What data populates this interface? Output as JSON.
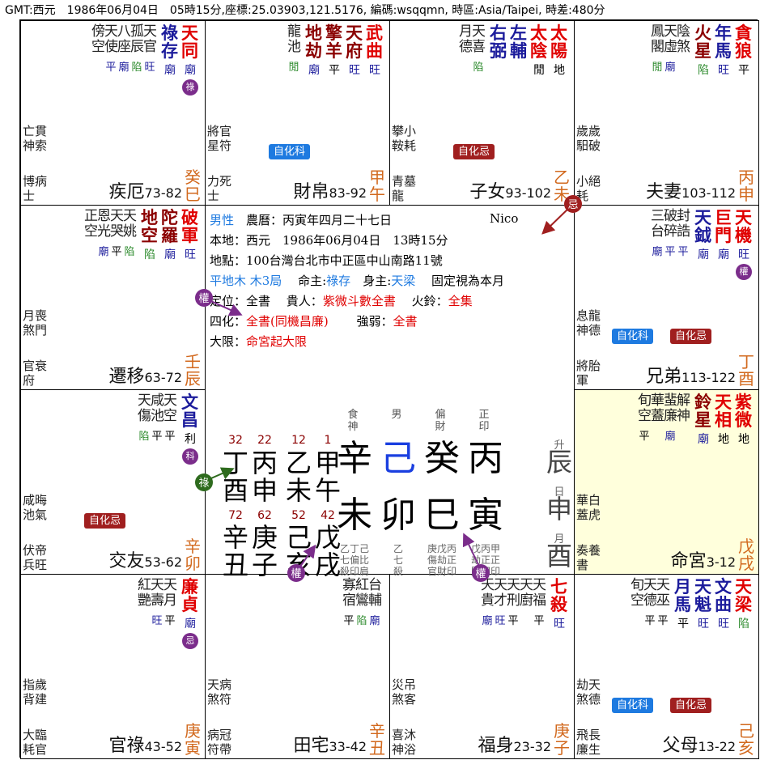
{
  "header": "GMT:西元　1986年06月04日　05時15分,座標:25.03903,121.5176, 編碼:wsqqmn, 時區:Asia/Taipei, 時差:480分",
  "colors": {
    "lu": "#7b2d8b",
    "ke": "#1e7ae0",
    "ji": "#a01f1f",
    "pg": "#8b3a3a",
    "darkred": "#a01f1f",
    "gold": "#d2691e"
  },
  "palaces": [
    {
      "id": "si",
      "gz": "癸巳",
      "name": "疾厄",
      "age": "73-82",
      "major": [
        {
          "n": "天同",
          "b": "廟",
          "c": "#e00000",
          "h": "祿"
        },
        {
          "n": "祿存",
          "b": "廟",
          "c": "#1c1c9c"
        }
      ],
      "minor": [
        {
          "n": "天官",
          "b": "旺",
          "bc": "#1c1c9c"
        },
        {
          "n": "孤辰",
          "b": "陷",
          "bc": "#2e8b2e"
        },
        {
          "n": "八座",
          "b": "廟",
          "bc": "#1c1c9c"
        },
        {
          "n": "天使",
          "b": "平",
          "bc": "#1c1c9c"
        },
        {
          "n": "傍空",
          "b": "",
          "bc": "#000"
        }
      ],
      "t1": [
        "亡貫",
        "神索"
      ],
      "t2": [
        "博病",
        "士"
      ],
      "tag": null
    },
    {
      "id": "wu",
      "gz": "甲午",
      "name": "財帛",
      "age": "83-92",
      "major": [
        {
          "n": "武曲",
          "b": "旺",
          "c": "#e00000"
        },
        {
          "n": "天府",
          "b": "旺",
          "c": "#8b0000"
        },
        {
          "n": "擎羊",
          "b": "平",
          "c": "#8b0000"
        },
        {
          "n": "地劫",
          "b": "廟",
          "c": "#8b0000"
        }
      ],
      "minor": [
        {
          "n": "龍池",
          "b": "閒",
          "bc": "#2e8b2e"
        }
      ],
      "t1": [
        "將官",
        "星符"
      ],
      "t2": [
        "力死",
        "士"
      ],
      "tag": {
        "t": "自化科",
        "c": "#1e7ae0"
      }
    },
    {
      "id": "wei",
      "gz": "乙未",
      "name": "子女",
      "age": "93-102",
      "major": [
        {
          "n": "太陽",
          "b": "地",
          "c": "#e00000"
        },
        {
          "n": "太陰",
          "b": "閒",
          "c": "#e00000"
        },
        {
          "n": "左輔",
          "b": "",
          "c": "#1c1c9c"
        },
        {
          "n": "右弼",
          "b": "",
          "c": "#1c1c9c"
        }
      ],
      "minor": [
        {
          "n": "天喜",
          "b": "陷",
          "bc": "#2e8b2e"
        },
        {
          "n": "月德",
          "b": "",
          "bc": "#000"
        }
      ],
      "t1": [
        "攀小",
        "鞍耗"
      ],
      "t2": [
        "青墓",
        "龍"
      ],
      "tag": {
        "t": "自化忌",
        "c": "#a01f1f"
      }
    },
    {
      "id": "shen",
      "gz": "丙申",
      "name": "夫妻",
      "age": "103-112",
      "major": [
        {
          "n": "貪狼",
          "b": "平",
          "c": "#e00000"
        },
        {
          "n": "年馬",
          "b": "旺",
          "c": "#1c1c9c"
        },
        {
          "n": "火星",
          "b": "陷",
          "c": "#8b0000"
        }
      ],
      "minor": [
        {
          "n": "陰煞",
          "b": "",
          "bc": "#000"
        },
        {
          "n": "天虛",
          "b": "廟",
          "bc": "#1c1c9c"
        },
        {
          "n": "鳳閣",
          "b": "閒",
          "bc": "#2e8b2e"
        }
      ],
      "t1": [
        "歲歲",
        "馹破"
      ],
      "t2": [
        "小絕",
        "耗"
      ],
      "tag": null
    },
    {
      "id": "you",
      "gz": "丁酉",
      "name": "兄弟",
      "age": "113-122",
      "major": [
        {
          "n": "天機",
          "b": "旺",
          "c": "#e00000",
          "h": "權"
        },
        {
          "n": "巨門",
          "b": "廟",
          "c": "#e00000"
        },
        {
          "n": "天鉞",
          "b": "廟",
          "c": "#1c1c9c"
        }
      ],
      "minor": [
        {
          "n": "封誥",
          "b": "平",
          "bc": "#1c1c9c"
        },
        {
          "n": "破碎",
          "b": "平",
          "bc": "#1c1c9c"
        },
        {
          "n": "三台",
          "b": "廟",
          "bc": "#1c1c9c"
        }
      ],
      "t1": [
        "息龍",
        "神德"
      ],
      "t2": [
        "將胎",
        "軍"
      ],
      "tag": {
        "t": "自化科",
        "c": "#1e7ae0"
      },
      "tag2": {
        "t": "自化忌",
        "c": "#a01f1f"
      }
    },
    {
      "id": "xu",
      "gz": "戊戌",
      "name": "命宮",
      "age": "3-12",
      "major": [
        {
          "n": "紫微",
          "b": "地",
          "c": "#e00000"
        },
        {
          "n": "天相",
          "b": "地",
          "c": "#e00000"
        },
        {
          "n": "鈴星",
          "b": "廟",
          "c": "#8b0000"
        }
      ],
      "minor": [
        {
          "n": "解神",
          "b": "",
          "bc": "#000"
        },
        {
          "n": "蜚廉",
          "b": "廟",
          "bc": "#1c1c9c"
        },
        {
          "n": "華蓋",
          "b": "",
          "bc": "#000"
        },
        {
          "n": "旬空",
          "b": "平",
          "bc": "#000"
        }
      ],
      "t1": [
        "華白",
        "蓋虎"
      ],
      "t2": [
        "奏養",
        "書"
      ],
      "tag": null
    },
    {
      "id": "hai",
      "gz": "己亥",
      "name": "父母",
      "age": "13-22",
      "major": [
        {
          "n": "天梁",
          "b": "陷",
          "c": "#e00000"
        },
        {
          "n": "文曲",
          "b": "旺",
          "c": "#1c1c9c"
        },
        {
          "n": "天魁",
          "b": "旺",
          "c": "#1c1c9c"
        },
        {
          "n": "月馬",
          "b": "平",
          "c": "#1c1c9c"
        }
      ],
      "minor": [
        {
          "n": "天巫",
          "b": "平",
          "bc": "#000"
        },
        {
          "n": "天德",
          "b": "平",
          "bc": "#000"
        },
        {
          "n": "旬空",
          "b": "",
          "bc": "#000"
        }
      ],
      "t1": [
        "劫天",
        "煞德"
      ],
      "t2": [
        "飛長",
        "廉生"
      ],
      "tag": {
        "t": "自化科",
        "c": "#1e7ae0"
      },
      "tag2": {
        "t": "自化忌",
        "c": "#a01f1f"
      }
    },
    {
      "id": "zi",
      "gz": "庚子",
      "name": "福身",
      "age": "23-32",
      "major": [
        {
          "n": "七殺",
          "b": "旺",
          "c": "#e00000"
        }
      ],
      "minor": [
        {
          "n": "天福",
          "b": "平",
          "bc": "#000"
        },
        {
          "n": "天廚",
          "b": "",
          "bc": "#000"
        },
        {
          "n": "天刑",
          "b": "平",
          "bc": "#000"
        },
        {
          "n": "天才",
          "b": "旺",
          "bc": "#1c1c9c"
        },
        {
          "n": "天貴",
          "b": "廟",
          "bc": "#1c1c9c"
        }
      ],
      "t1": [
        "災吊",
        "煞客"
      ],
      "t2": [
        "喜沐",
        "神浴"
      ],
      "tag": null
    },
    {
      "id": "chou",
      "gz": "辛丑",
      "name": "田宅",
      "age": "33-42",
      "major": [],
      "minor": [
        {
          "n": "台輔",
          "b": "廟",
          "bc": "#1c1c9c"
        },
        {
          "n": "紅鸞",
          "b": "陷",
          "bc": "#2e8b2e"
        },
        {
          "n": "寡宿",
          "b": "平",
          "bc": "#000"
        }
      ],
      "t1": [
        "天病",
        "煞符"
      ],
      "t2": [
        "病冠",
        "符帶"
      ],
      "tag": null
    },
    {
      "id": "yin",
      "gz": "庚寅",
      "name": "官祿",
      "age": "43-52",
      "major": [
        {
          "n": "廉貞",
          "b": "廟",
          "c": "#e00000",
          "h": "忌"
        }
      ],
      "minor": [
        {
          "n": "天月",
          "b": "平",
          "bc": "#000"
        },
        {
          "n": "天壽",
          "b": "旺",
          "bc": "#1c1c9c"
        },
        {
          "n": "紅艷",
          "b": "",
          "bc": "#000"
        }
      ],
      "t1": [
        "指歲",
        "背建"
      ],
      "t2": [
        "大臨",
        "耗官"
      ],
      "tag": null
    },
    {
      "id": "mao",
      "gz": "辛卯",
      "name": "交友",
      "age": "53-62",
      "major": [
        {
          "n": "文昌",
          "b": "利",
          "c": "#1c1c9c",
          "h": "科"
        }
      ],
      "minor": [
        {
          "n": "天空",
          "b": "平",
          "bc": "#000"
        },
        {
          "n": "咸池",
          "b": "平",
          "bc": "#000"
        },
        {
          "n": "天傷",
          "b": "陷",
          "bc": "#2e8b2e"
        }
      ],
      "t1": [
        "咸晦",
        "池氣"
      ],
      "t2": [
        "伏帝",
        "兵旺"
      ],
      "tag": {
        "t": "自化忌",
        "c": "#a01f1f"
      }
    },
    {
      "id": "chen",
      "gz": "壬辰",
      "name": "遷移",
      "age": "63-72",
      "major": [
        {
          "n": "破軍",
          "b": "旺",
          "c": "#e00000"
        },
        {
          "n": "陀羅",
          "b": "廟",
          "c": "#8b0000"
        },
        {
          "n": "地空",
          "b": "陷",
          "c": "#8b0000"
        }
      ],
      "minor": [
        {
          "n": "天姚",
          "b": "陷",
          "bc": "#2e8b2e"
        },
        {
          "n": "天哭",
          "b": "平",
          "bc": "#000"
        },
        {
          "n": "恩光",
          "b": "廟",
          "bc": "#1c1c9c"
        },
        {
          "n": "正空",
          "b": "",
          "bc": "#000"
        }
      ],
      "t1": [
        "月喪",
        "煞門"
      ],
      "t2": [
        "官衰",
        "府"
      ],
      "tag": null
    }
  ],
  "info": {
    "l1a": "男性",
    "l1b": "農曆：丙寅年四月二十七日",
    "l1c": "Nico",
    "l2": "本地：西元　1986年06月04日　13時15分",
    "l3": "地點：100台灣台北市中正區中山南路11號",
    "l4a": "平地木 木3局",
    "l4b": "命主:",
    "l4c": "祿存",
    "l4d": "身主:",
    "l4e": "天梁",
    "l4f": "固定視為本月",
    "l5a": "定位：全書",
    "l5b": "貴人：",
    "l5c": "紫微斗數全書",
    "l5d": "火鈴：",
    "l5e": "全集",
    "l6a": "四化：",
    "l6b": "全書(同機昌廉)",
    "l6c": "強弱：",
    "l6d": "全書",
    "l7a": "大限：",
    "l7b": "命宮起大限"
  },
  "bazi": {
    "shishen_top": [
      "食神",
      "男",
      "偏財",
      "正印"
    ],
    "stems": [
      "辛",
      "己",
      "癸",
      "丙"
    ],
    "branches": [
      "未",
      "卯",
      "巳",
      "寅"
    ],
    "hidden": [
      [
        "乙丁己",
        "七偏比",
        "殺印肩"
      ],
      [
        "乙",
        "七",
        "殺"
      ],
      [
        "庚戊丙",
        "傷劫正",
        "官財印"
      ],
      [
        "戊丙甲",
        "劫正正",
        "財印印"
      ]
    ],
    "dayun_ages_top": [
      "32",
      "22",
      "12",
      "1"
    ],
    "dayun_top": [
      [
        "丁",
        "酉"
      ],
      [
        "丙",
        "申"
      ],
      [
        "乙",
        "未"
      ],
      [
        "甲",
        "午"
      ]
    ],
    "dayun_ages_bot": [
      "72",
      "62",
      "52",
      "42"
    ],
    "dayun_bot": [
      [
        "辛",
        "丑"
      ],
      [
        "庚",
        "子"
      ],
      [
        "己",
        "亥"
      ],
      [
        "戊",
        "戌"
      ]
    ],
    "side": [
      {
        "s": "升",
        "b": "辰"
      },
      {
        "s": "日",
        "b": "申"
      },
      {
        "s": "月",
        "b": "酉"
      }
    ]
  },
  "arrow_labels": {
    "ji": "忌",
    "quan": "權",
    "lu": "祿"
  }
}
